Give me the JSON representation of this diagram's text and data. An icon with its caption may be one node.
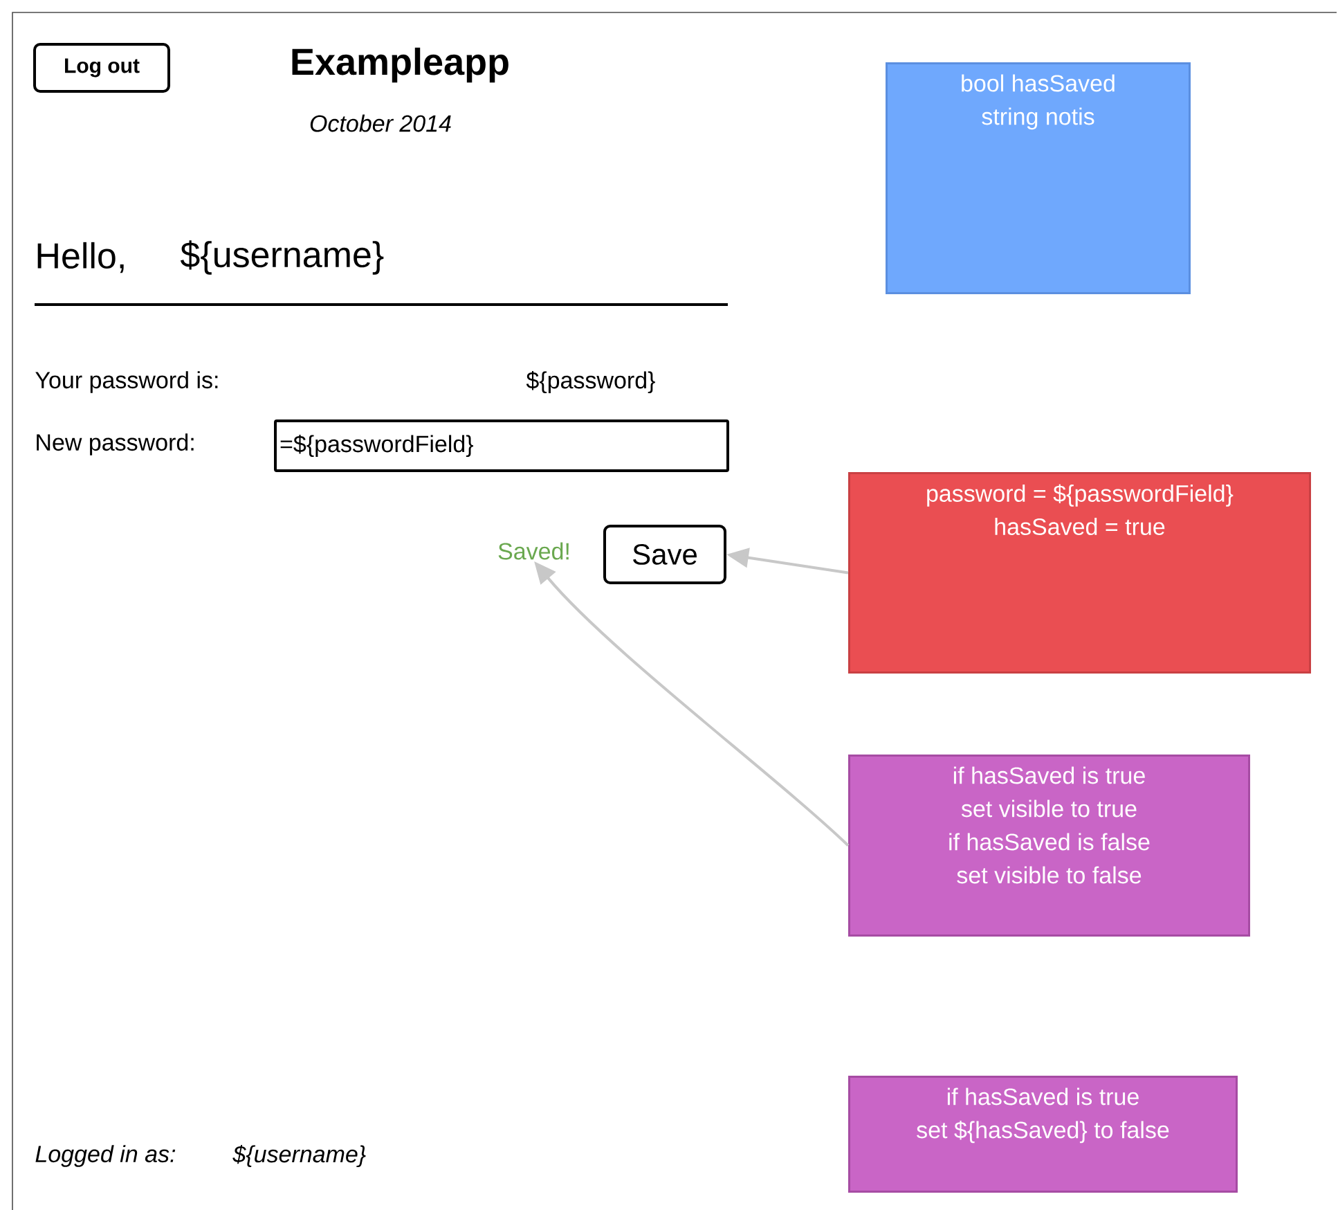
{
  "diagram": {
    "title": "Exampleapp",
    "nodes": [
      {
        "text": [
          "Log out"
        ]
      },
      {
        "text": [
          "=${passwordField}"
        ]
      },
      {
        "text": [
          "Saved!"
        ]
      },
      {
        "text": [
          "Save"
        ]
      },
      {
        "text": [
          "bool hasSaved",
          "string notis"
        ]
      },
      {
        "text": [
          "password = ${passwordField}",
          "hasSaved = true"
        ]
      },
      {
        "text": [
          "if hasSaved is true",
          "set visible to true",
          "if hasSaved is false",
          "set visible to false"
        ]
      },
      {
        "text": [
          "if hasSaved is true",
          "set ${hasSaved} to false"
        ]
      }
    ],
    "edges": [
      {
        "from": 5,
        "to": 3,
        "arrow": "to"
      },
      {
        "from": 6,
        "to": 2,
        "arrow": "to"
      }
    ],
    "labels": [
      "October 2014",
      "Hello,",
      "${username}",
      "Your password is:",
      "${password}",
      "New password:",
      "Logged in as:",
      "${username}"
    ]
  }
}
